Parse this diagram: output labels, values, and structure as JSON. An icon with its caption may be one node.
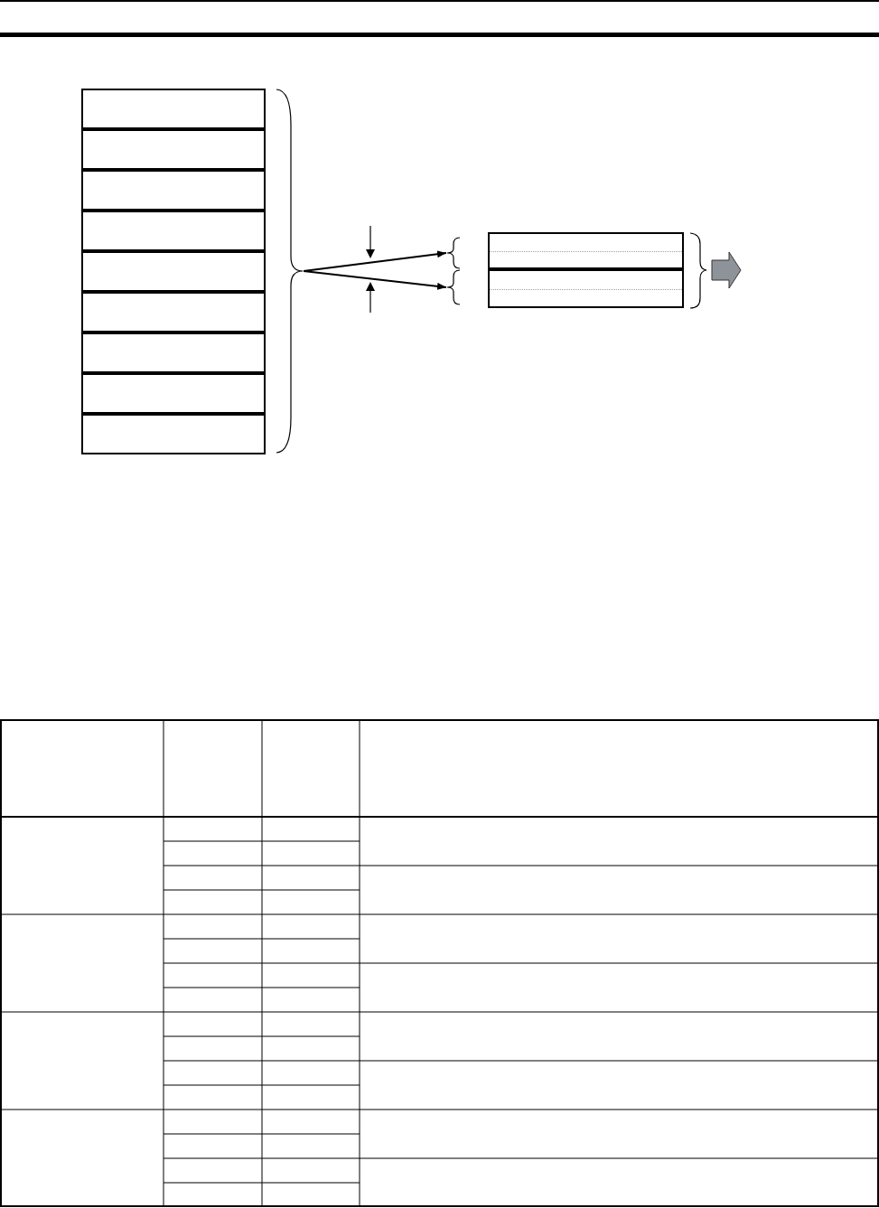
{
  "diagram": {
    "nodes": [
      {
        "text": [],
        "shape": "box"
      },
      {
        "text": [],
        "shape": "box"
      },
      {
        "text": [],
        "shape": "box"
      },
      {
        "text": [],
        "shape": "box"
      },
      {
        "text": [],
        "shape": "box"
      },
      {
        "text": [],
        "shape": "box"
      },
      {
        "text": [],
        "shape": "box"
      },
      {
        "text": [],
        "shape": "box"
      },
      {
        "text": [],
        "shape": "box"
      },
      {
        "text": [],
        "shape": "brace"
      },
      {
        "text": [],
        "shape": "brace"
      },
      {
        "text": [],
        "shape": "brace"
      },
      {
        "text": [],
        "shape": "box"
      },
      {
        "text": [],
        "shape": "box"
      }
    ],
    "edges": [
      {
        "from": 9,
        "to": 10,
        "arrow": "to"
      },
      {
        "from": 9,
        "to": 11,
        "arrow": "to"
      }
    ]
  }
}
